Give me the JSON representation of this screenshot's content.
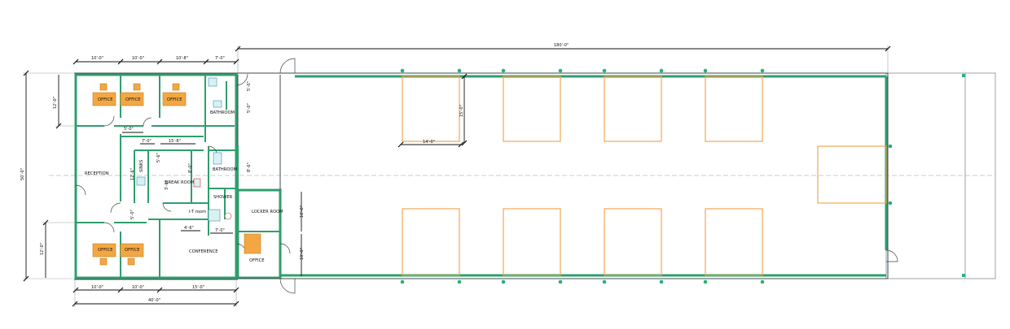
{
  "plan": {
    "overall_length_dim": "180'-0\"",
    "overall_depth_dim": "50'-0\"",
    "office_width_dim": "40'-0\"",
    "top_dims": [
      "10'-0\"",
      "10'-0\"",
      "10'-8\"",
      "7'-0\""
    ],
    "bottom_dims": [
      "10'-0\"",
      "10'-0\"",
      "15'-0\""
    ],
    "left_dims": [
      "12'-0\"",
      "12'-0\""
    ],
    "bay_width_dim": "14'-0\"",
    "bay_depth_dim": "15'-0\"",
    "interior_dims": {
      "d5_0": "5'-0\"",
      "d7_0a": "7'-0\"",
      "d15_6": "15'-6\"",
      "d12_6": "12'-6\"",
      "d8_0": "8'-0\"",
      "d5_6": "5'-6\"",
      "d4_6": "4'-6\"",
      "d7_0b": "7'-0\"",
      "d8_6": "8'-6\"",
      "d5_0b": "5'-0\"",
      "d10_0a": "10'-0\"",
      "d10_0b": "10'-0\"",
      "d5_0c": "5'-0\"",
      "d5_0d": "5'-0\"",
      "d3_0": "3'-0\""
    },
    "rooms": {
      "office_1": "OFFICE",
      "office_2": "OFFICE",
      "office_3": "OFFICE",
      "office_4": "OFFICE",
      "office_5": "OFFICE",
      "office_6": "OFFICE",
      "bathroom_1": "BATHROOM",
      "bathroom_2": "BATHROOM",
      "reception": "RECEPTION",
      "break_room": "BREAK ROOM",
      "shower": "SHOWER",
      "it_room": "I-T room",
      "locker_room": "LOCKER ROOM",
      "conference": "CONFERENCE",
      "sinks": "SINKS"
    },
    "colors": {
      "wall": "#2f9e6e",
      "bay_outline": "#f0a040",
      "desk": "#f3a743",
      "column": "#27b07a",
      "fixture": "#3d8fb3"
    }
  }
}
